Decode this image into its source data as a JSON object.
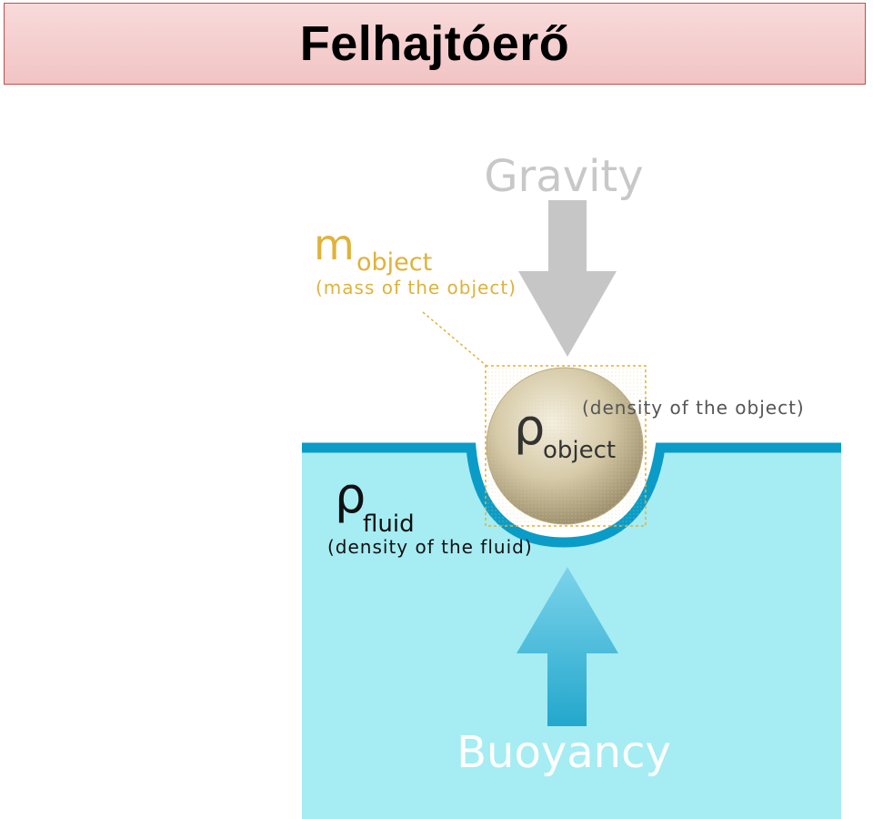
{
  "title": "Felhajtóerő",
  "diagram": {
    "gravity_label": "Gravity",
    "buoyancy_label": "Buoyancy",
    "mass_symbol": "m",
    "mass_subscript": "object",
    "mass_caption": "(mass of the object)",
    "object_density_symbol": "ρ",
    "object_density_subscript": "object",
    "object_density_caption": "(density of the object)",
    "fluid_density_symbol": "ρ",
    "fluid_density_subscript": "fluid",
    "fluid_density_caption": "(density of the fluid)"
  },
  "colors": {
    "title_border": "#c0504d",
    "title_fill": "#f4caca",
    "fluid": "#a6ecf3",
    "fluid_surface": "#0a9cc7",
    "gravity_arrow": "#c6c6c6",
    "buoyancy_arrow": "#2fb1d3",
    "mass_label": "#e0b23a",
    "sphere": "#c9bd9b"
  }
}
